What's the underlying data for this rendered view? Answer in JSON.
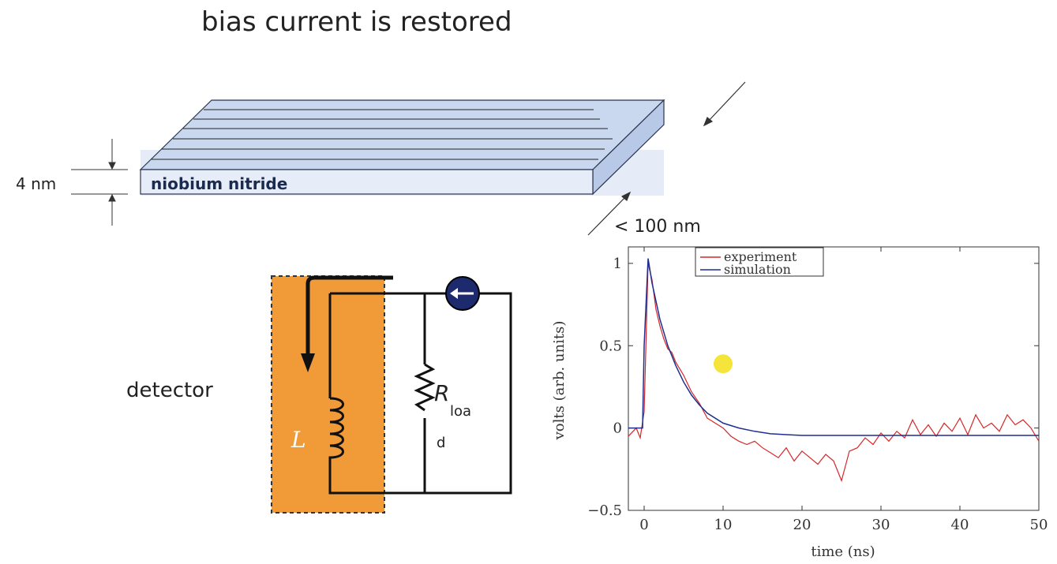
{
  "title": "bias current is restored",
  "wire": {
    "thickness_label": "4 nm",
    "material_label": "niobium nitride",
    "width_label": "< 100 nm"
  },
  "circuit": {
    "detector_label": "detector",
    "inductor_label": "L",
    "resistor_label_main": "R",
    "resistor_label_sub": "loa",
    "resistor_label_tail": "d"
  },
  "colors": {
    "detector_fill": "#F19A38",
    "wire_fill": "#DCE6F5",
    "current_source": "#1E2A6E",
    "experiment": "#D62728",
    "simulation": "#1F2F8F",
    "marker": "#F5E43A"
  },
  "chart_data": {
    "type": "line",
    "xlabel": "time (ns)",
    "ylabel": "volts (arb. units)",
    "xlim": [
      -2,
      50
    ],
    "ylim": [
      -0.5,
      1.1
    ],
    "xticks": [
      "0",
      "10",
      "20",
      "30",
      "40",
      "50"
    ],
    "yticks": [
      "−0.5",
      "0",
      "0.5",
      "1"
    ],
    "legend_position": "top-left",
    "series": [
      {
        "name": "experiment",
        "x": [
          -2,
          -1,
          -0.5,
          0,
          0.5,
          1,
          1.5,
          2,
          2.5,
          3,
          3.5,
          4,
          5,
          6,
          7,
          8,
          9,
          10,
          11,
          12,
          13,
          14,
          15,
          16,
          17,
          18,
          19,
          20,
          21,
          22,
          23,
          24,
          25,
          26,
          27,
          28,
          29,
          30,
          31,
          32,
          33,
          34,
          35,
          36,
          37,
          38,
          39,
          40,
          41,
          42,
          43,
          44,
          45,
          46,
          47,
          48,
          49,
          50
        ],
        "y": [
          -0.05,
          0.0,
          -0.06,
          0.1,
          1.0,
          0.9,
          0.72,
          0.62,
          0.54,
          0.48,
          0.46,
          0.4,
          0.32,
          0.22,
          0.15,
          0.06,
          0.03,
          0.0,
          -0.05,
          -0.08,
          -0.1,
          -0.08,
          -0.12,
          -0.15,
          -0.18,
          -0.12,
          -0.2,
          -0.14,
          -0.18,
          -0.22,
          -0.16,
          -0.2,
          -0.32,
          -0.14,
          -0.12,
          -0.06,
          -0.1,
          -0.03,
          -0.08,
          -0.02,
          -0.06,
          0.05,
          -0.04,
          0.02,
          -0.05,
          0.03,
          -0.02,
          0.06,
          -0.04,
          0.08,
          0.0,
          0.03,
          -0.02,
          0.08,
          0.02,
          0.05,
          0.0,
          -0.08
        ]
      },
      {
        "name": "simulation",
        "x": [
          -2,
          -0.2,
          0,
          0.5,
          1,
          2,
          3,
          4,
          5,
          6,
          7,
          8,
          10,
          12,
          14,
          16,
          18,
          20,
          25,
          30,
          35,
          40,
          45,
          50
        ],
        "y": [
          0,
          0,
          0.5,
          1.03,
          0.88,
          0.66,
          0.5,
          0.38,
          0.28,
          0.2,
          0.14,
          0.09,
          0.03,
          0.0,
          -0.02,
          -0.035,
          -0.04,
          -0.045,
          -0.045,
          -0.045,
          -0.045,
          -0.045,
          -0.045,
          -0.045
        ]
      }
    ]
  }
}
